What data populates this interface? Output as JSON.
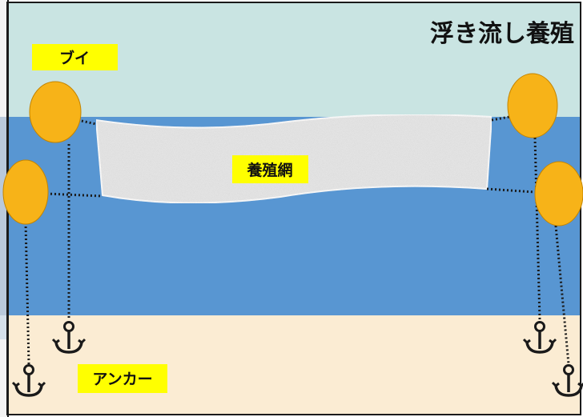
{
  "title": "浮き流し養殖",
  "labels": {
    "buoy": "ブイ",
    "net": "養殖網",
    "anchor": "アンカー"
  },
  "colors": {
    "sky": "#c9e4e2",
    "water": "#5896d2",
    "sand": "#fbecd3",
    "buoy": "#f7b318",
    "label_bg": "#ffff00",
    "net": "#e8e8e8",
    "line": "#1a1a1a"
  },
  "icons": {
    "buoy": "buoy-icon",
    "anchor": "anchor-icon"
  }
}
